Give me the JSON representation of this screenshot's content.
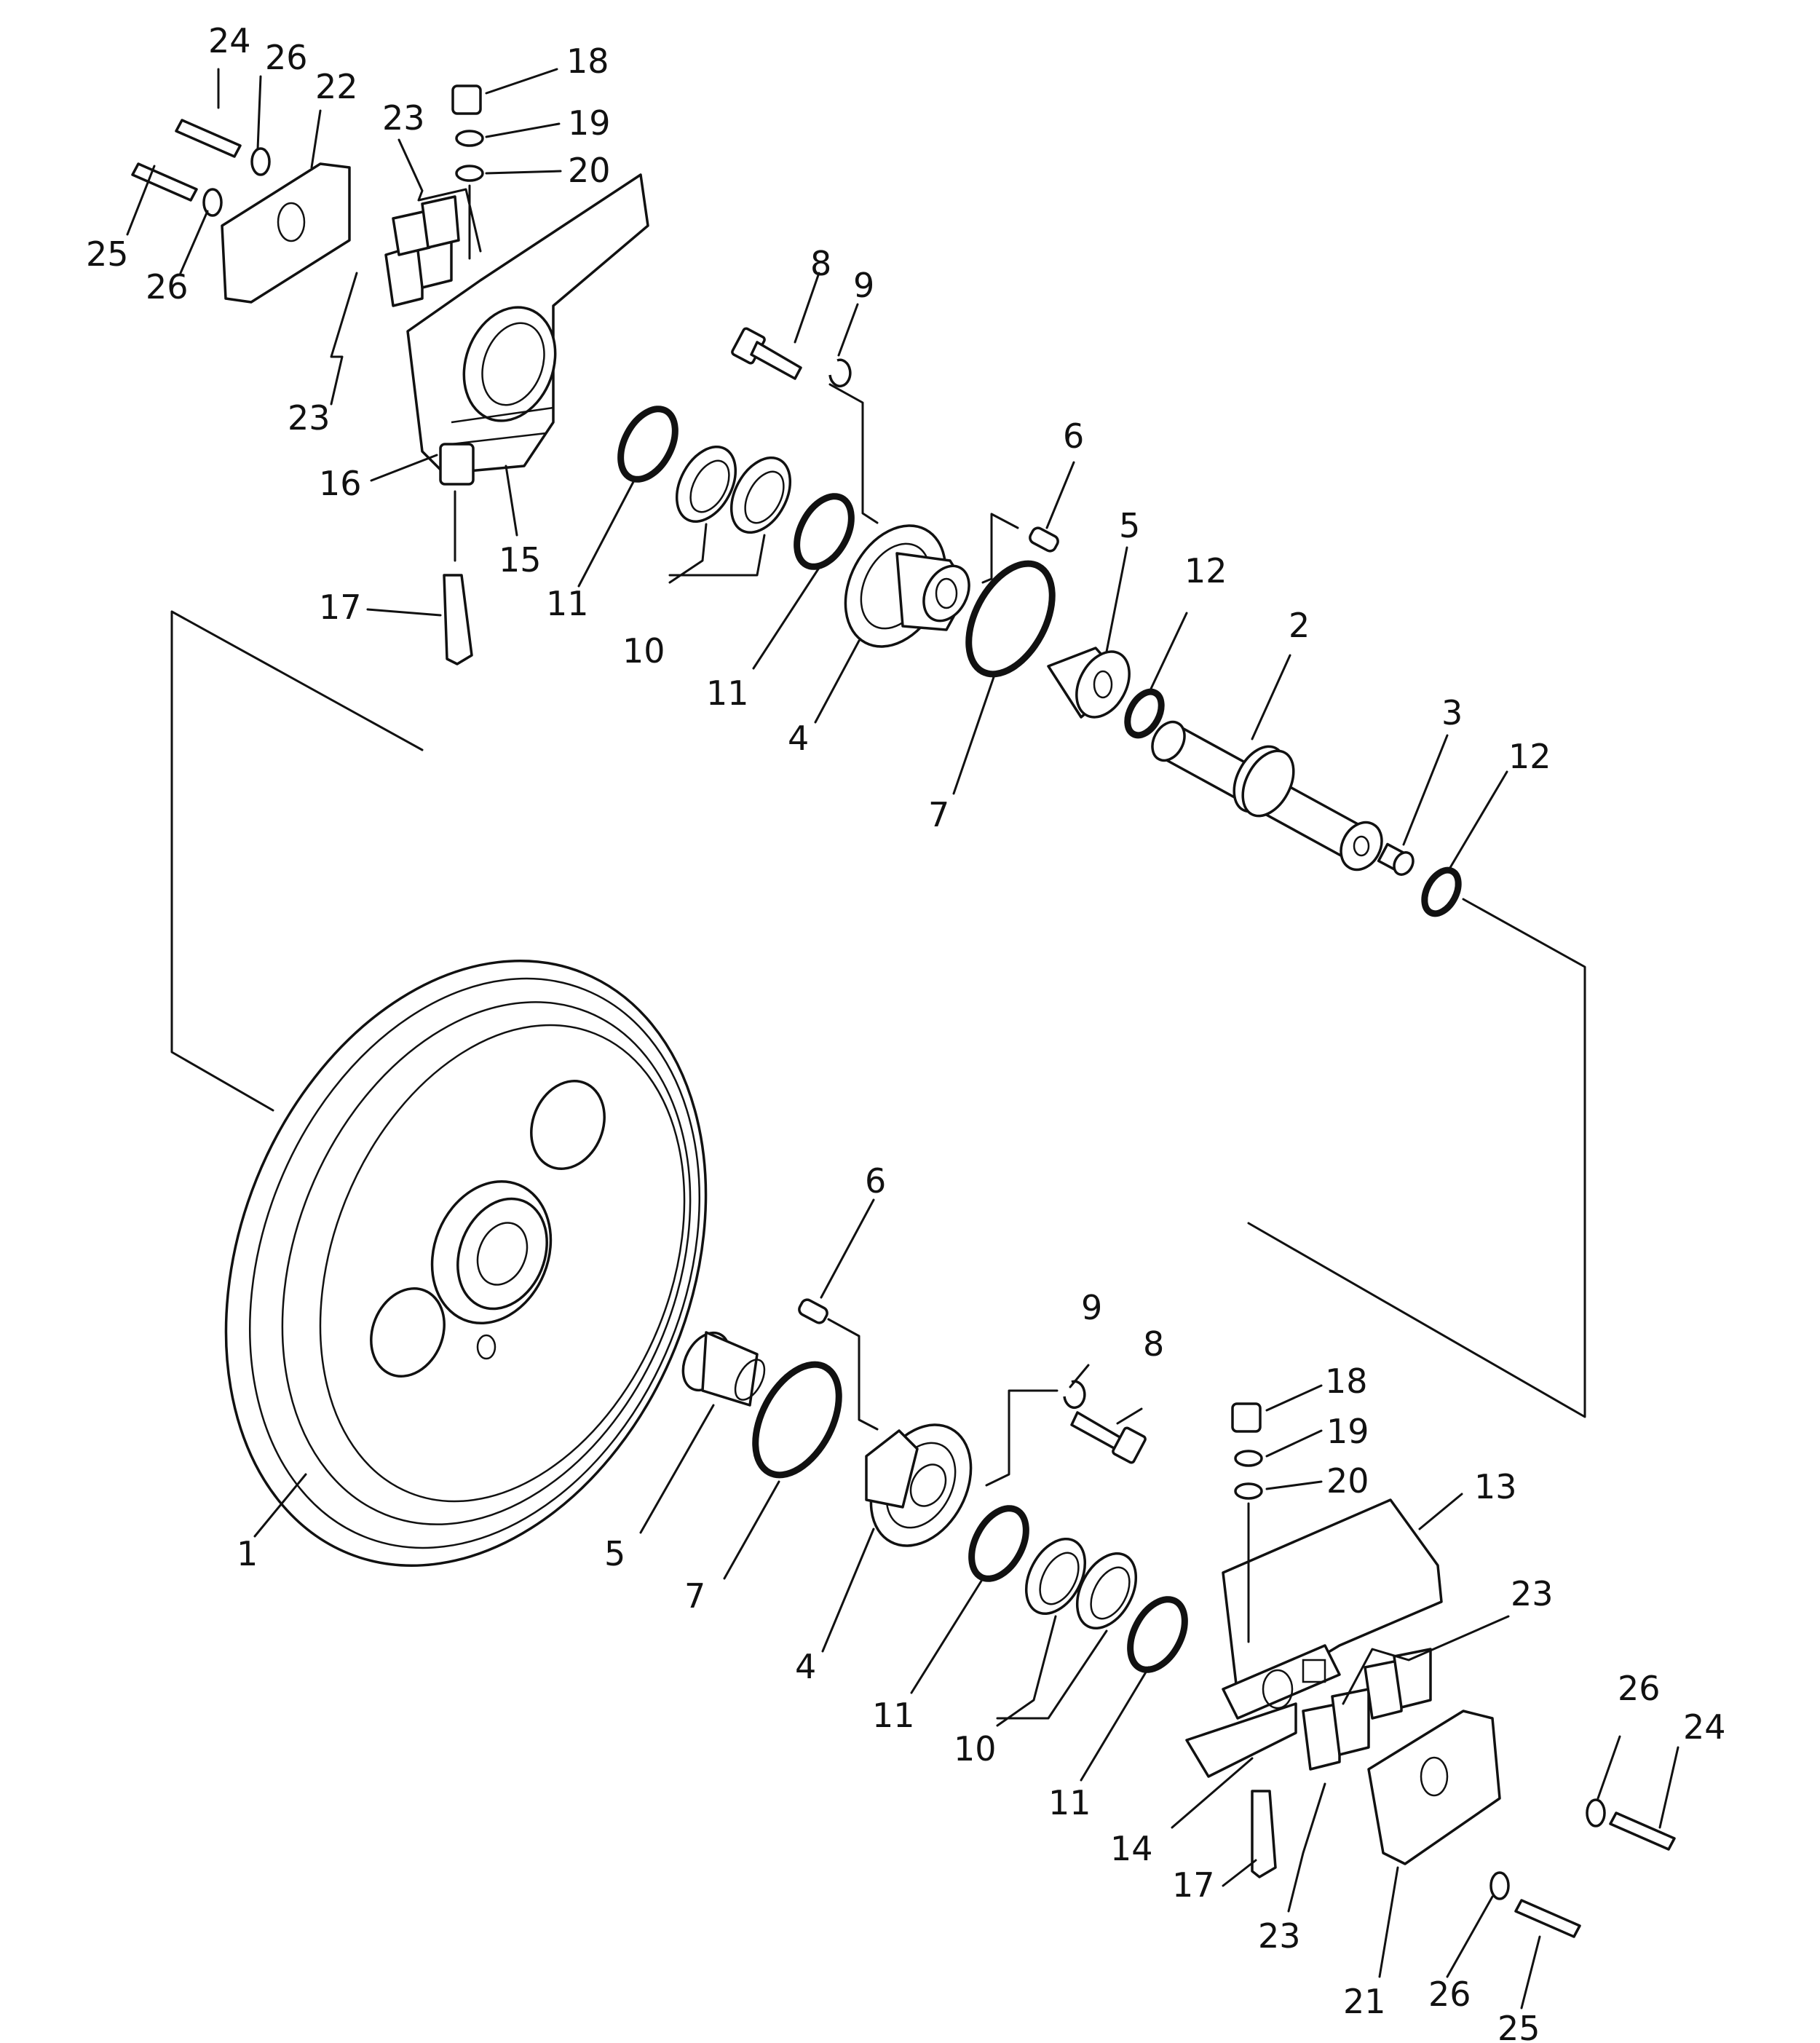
{
  "diagram": {
    "callouts": [
      {
        "id": "c1",
        "label": "1"
      },
      {
        "id": "c2",
        "label": "2"
      },
      {
        "id": "c3",
        "label": "3"
      },
      {
        "id": "c4a",
        "label": "4"
      },
      {
        "id": "c4b",
        "label": "4"
      },
      {
        "id": "c5a",
        "label": "5"
      },
      {
        "id": "c5b",
        "label": "5"
      },
      {
        "id": "c6a",
        "label": "6"
      },
      {
        "id": "c6b",
        "label": "6"
      },
      {
        "id": "c7a",
        "label": "7"
      },
      {
        "id": "c7b",
        "label": "7"
      },
      {
        "id": "c8a",
        "label": "8"
      },
      {
        "id": "c8b",
        "label": "8"
      },
      {
        "id": "c9a",
        "label": "9"
      },
      {
        "id": "c9b",
        "label": "9"
      },
      {
        "id": "c10a",
        "label": "10"
      },
      {
        "id": "c10b",
        "label": "10"
      },
      {
        "id": "c11a",
        "label": "11"
      },
      {
        "id": "c11b",
        "label": "11"
      },
      {
        "id": "c11c",
        "label": "11"
      },
      {
        "id": "c11d",
        "label": "11"
      },
      {
        "id": "c12a",
        "label": "12"
      },
      {
        "id": "c12b",
        "label": "12"
      },
      {
        "id": "c13",
        "label": "13"
      },
      {
        "id": "c14",
        "label": "14"
      },
      {
        "id": "c15",
        "label": "15"
      },
      {
        "id": "c16",
        "label": "16"
      },
      {
        "id": "c17a",
        "label": "17"
      },
      {
        "id": "c17b",
        "label": "17"
      },
      {
        "id": "c18a",
        "label": "18"
      },
      {
        "id": "c18b",
        "label": "18"
      },
      {
        "id": "c19a",
        "label": "19"
      },
      {
        "id": "c19b",
        "label": "19"
      },
      {
        "id": "c20a",
        "label": "20"
      },
      {
        "id": "c20b",
        "label": "20"
      },
      {
        "id": "c21",
        "label": "21"
      },
      {
        "id": "c22",
        "label": "22"
      },
      {
        "id": "c23a",
        "label": "23"
      },
      {
        "id": "c23b",
        "label": "23"
      },
      {
        "id": "c23c",
        "label": "23"
      },
      {
        "id": "c23d",
        "label": "23"
      },
      {
        "id": "c24a",
        "label": "24"
      },
      {
        "id": "c24b",
        "label": "24"
      },
      {
        "id": "c25a",
        "label": "25"
      },
      {
        "id": "c25b",
        "label": "25"
      },
      {
        "id": "c26a",
        "label": "26"
      },
      {
        "id": "c26b",
        "label": "26"
      },
      {
        "id": "c26c",
        "label": "26"
      },
      {
        "id": "c26d",
        "label": "26"
      }
    ]
  }
}
